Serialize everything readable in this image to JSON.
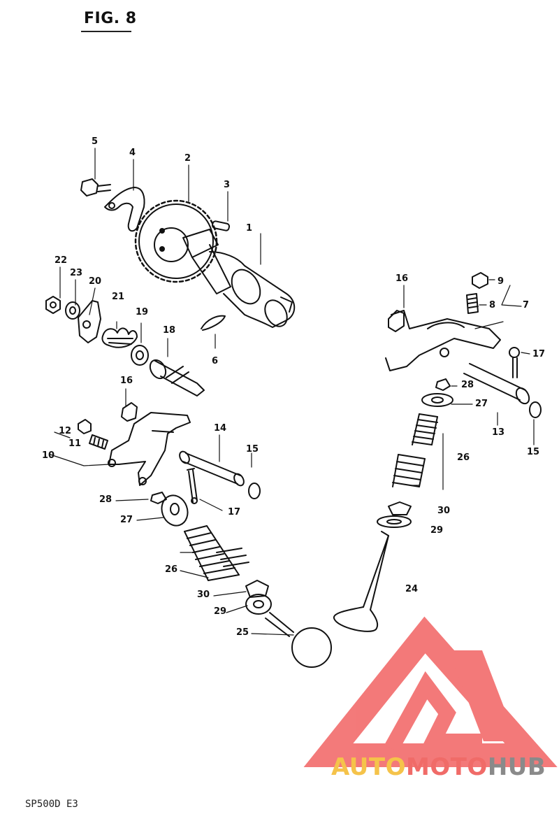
{
  "figure": {
    "title": "FIG. 8"
  },
  "footer": {
    "code": "SP500D E3"
  },
  "watermark": {
    "text_parts": [
      "AUTO",
      "MOTO",
      "HUB"
    ],
    "colors": {
      "auto": "#f5c34a",
      "moto": "#f06b68",
      "hub": "#8a8a8a",
      "emblem": "#f26b6b"
    }
  },
  "callouts": [
    "1",
    "2",
    "3",
    "4",
    "5",
    "6",
    "7",
    "8",
    "9",
    "10",
    "11",
    "12",
    "13",
    "14",
    "15",
    "15",
    "16",
    "16",
    "17",
    "17",
    "18",
    "19",
    "20",
    "21",
    "22",
    "23",
    "24",
    "25",
    "26",
    "26",
    "27",
    "27",
    "28",
    "28",
    "29",
    "29",
    "30",
    "30"
  ]
}
